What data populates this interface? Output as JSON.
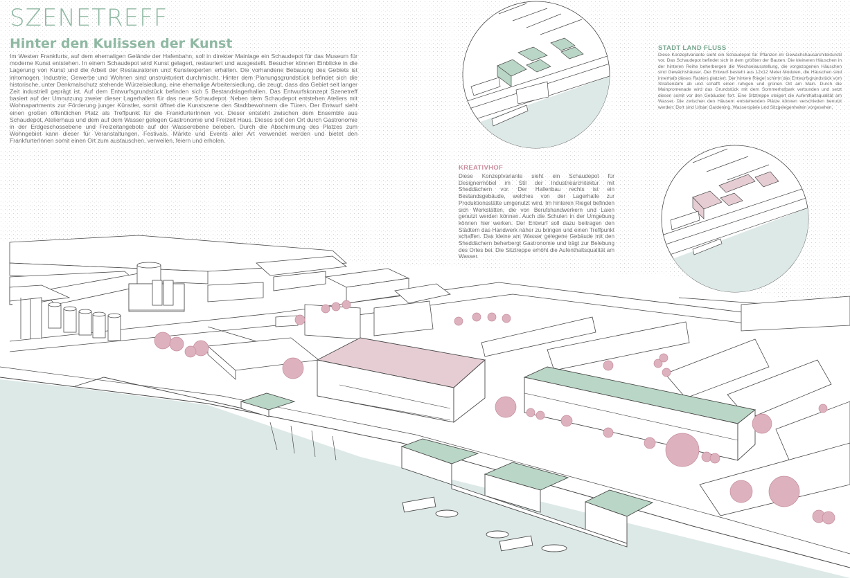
{
  "header": {
    "title": "SZENETREFF",
    "subtitle": "Hinter den Kulissen der Kunst"
  },
  "intro": {
    "text": "Im Westen Frankfurts, auf dem ehemaligen Gelände der Hafenbahn, soll in direkter Mainlage ein Schaudepot für das Museum für moderne Kunst entstehen. In einem Schaudepot wird Kunst gelagert, restauriert und ausgestellt. Besucher können Einblicke in die Lagerung von Kunst und die Arbeit der Restauratoren und Kunstexperten erhalten. Die vorhandene Bebauung des Gebiets ist inhomogen. Industrie, Gewerbe und Wohnen sind unstrukturiert durchmischt. Hinter dem Planungsgrundstück befindet sich die historische, unter Denkmalschutz stehende Würzelsiedlung, eine ehemalige Arbeitersiedlung, die zeugt, dass das Gebiet seit langer Zeit industriell geprägt ist. Auf dem Entwurfsgrundstück befinden sich 5 Bestandslagerhallen. Das Entwurfskonzept Szenetreff basiert auf der Umnutzung zweier dieser Lagerhallen für das neue Schaudepot. Neben dem Schaudepot entstehen Ateliers mit Wohnapartments zur Förderung junger Künstler, somit öffnet die Kunstszene den Stadtbewohnern die Türen. Der Entwurf sieht einen großen öffentlichen Platz als Treffpunkt für die FrankfurterInnen vor. Dieser entsteht zwischen dem Ensemble aus Schaudepot, Atelierhaus und dem auf dem Wasser gelegen Gastronomie und Freizeit Haus. Dieses soll den Ort durch Gastronomie in der Erdgeschossebene und Freizeitangebote auf der Wasserebene beleben. Durch die Abschirmung des Platzes zum Wohngebiet kann dieser für Veranstaltungen, Festivals, Märkte und Events aller Art verwendet werden und bietet den FrankfurterInnen somit einen Ort zum austauschen, verweilen, feiern und erholen."
  },
  "variant_stadt": {
    "heading": "STADT LAND FLUSS",
    "text": "Diese Konzeptvariante sieht ein Schaudepot für Pflanzen im Gewächshausarchitekturstil vor. Das Schaudepot befindet sich in dem größten der Bauten. Die kleineren Häuschen in der hinteren Reihe beherbergen die Wechselausstellung, die vorgezogenen Häuschen sind Gewächshäuser. Der Entwurf besteht aus 12x12 Meter Modulen, die Häuschen sind innerhalb dieses Rasters platziert. Der hintere Riegel schirmt das Entwurfsgrundstück vom Straßenlärm ab und schafft einen ruhigen und grünen Ort am Main. Durch die Mainpromenade wird das Grundstück mit dem Sommerhofpark verbunden und setzt diesen somit vor den Gebäuden fort. Eine Sitztreppe steigert die Aufenthaltsqualität am Wasser. Die zwischen den Häusern entstehenden Plätze können verschieden benutzt werden: Dort sind Urban Gardening, Wasserspiele und Sitzgelegenheiten vorgesehen."
  },
  "variant_kreativ": {
    "heading": "KREATIVHOF",
    "text": "Diese Konzeptvariante sieht ein Schaudepot für Designermöbel im Stil der Industriearchitektur mit Sheddächern vor. Der Hallenbau rechts ist ein Bestandsgebäude, welches von der Lagerhalle zur Produktionsstätte umgenutzt wird. Im hinteren Riegel befinden sich Werkstätten, die von Berufshandwerkern und Laien genutzt werden können. Auch die Schulen in der Umgebung können hier werken. Der Entwurf soll dazu beitragen den Städtern das Handwerk näher zu bringen und einen Treffpunkt schaffen. Das kleine am Wasser gelegene Gebäude mit den Sheddächern beherbergt Gastronomie und trägt zur Belebung des Ortes bei. Die Sitztreppe erhöht die Aufenthaltsqualität am Wasser."
  },
  "colors": {
    "accent_green": "#8fb8a2",
    "roof_green": "#b9d6c6",
    "accent_pink": "#c98e9e",
    "roof_pink": "#e6cdd4",
    "tree_pink": "#ddb2be",
    "water": "#dde9e7",
    "line": "#4a4a4a"
  }
}
